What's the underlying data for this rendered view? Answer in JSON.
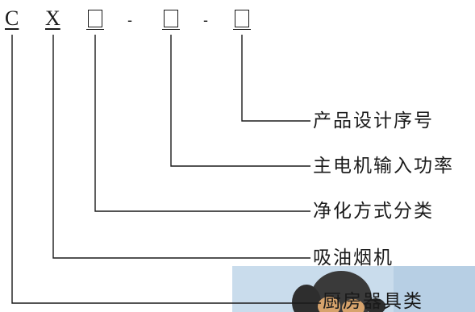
{
  "code": {
    "letters": [
      "C",
      "X"
    ],
    "dash": "-"
  },
  "legend": {
    "labels": [
      "产品设计序号",
      "主电机输入功率",
      "净化方式分类",
      "吸油烟机",
      "厨房器具类"
    ]
  }
}
